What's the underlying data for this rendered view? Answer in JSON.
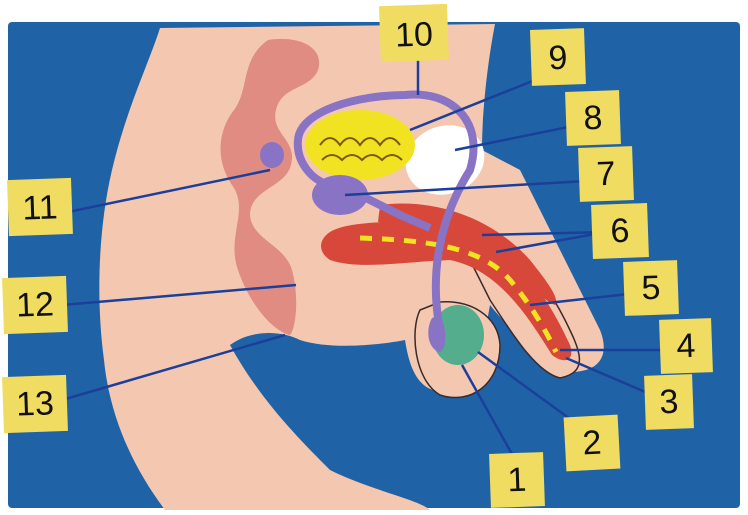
{
  "labels": [
    "1",
    "2",
    "3",
    "4",
    "5",
    "6",
    "7",
    "8",
    "9",
    "10",
    "11",
    "12",
    "13"
  ],
  "colors": {
    "background": "#1f63a6",
    "skin": "#f4c8b0",
    "skin_shade": "#eeb89c",
    "intestine": "#e08c82",
    "bladder": "#f1e321",
    "pubic_bone": "#ffffff",
    "duct": "#8873c4",
    "erectile_tissue": "#d8483a",
    "testis": "#54ad8d",
    "note": "#f1dc62",
    "leader_line": "#1b3f9a"
  }
}
